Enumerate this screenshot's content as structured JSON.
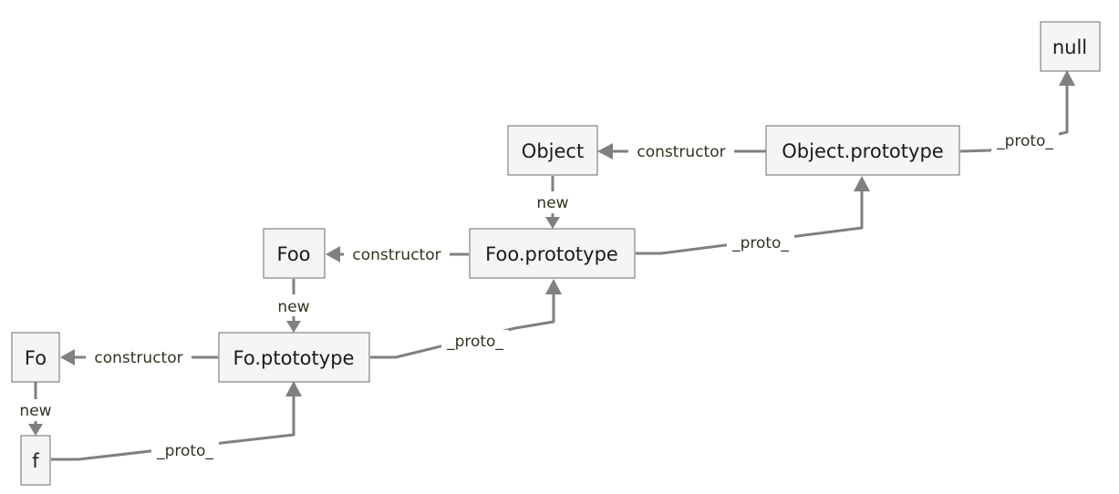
{
  "nodes": {
    "null_node": "null",
    "object": "Object",
    "object_prototype": "Object.prototype",
    "foo": "Foo",
    "foo_prototype": "Foo.prototype",
    "fo": "Fo",
    "fo_prototype": "Fo.ptototype",
    "f": "f"
  },
  "edges": {
    "object_prototype_to_null": "_proto_",
    "object_prototype_to_object": "constructor",
    "object_to_foo_prototype": "new",
    "foo_prototype_to_object_prototype": "_proto_",
    "foo_prototype_to_foo": "constructor",
    "foo_to_fo_prototype": "new",
    "fo_prototype_to_foo_prototype": "_proto_",
    "fo_prototype_to_fo": "constructor",
    "fo_to_f": "new",
    "f_to_fo_prototype": "_proto_"
  },
  "colors": {
    "node_fill": "#f5f5f5",
    "node_border": "#6b6b6b",
    "edge": "#808080",
    "label_text": "#333322"
  }
}
